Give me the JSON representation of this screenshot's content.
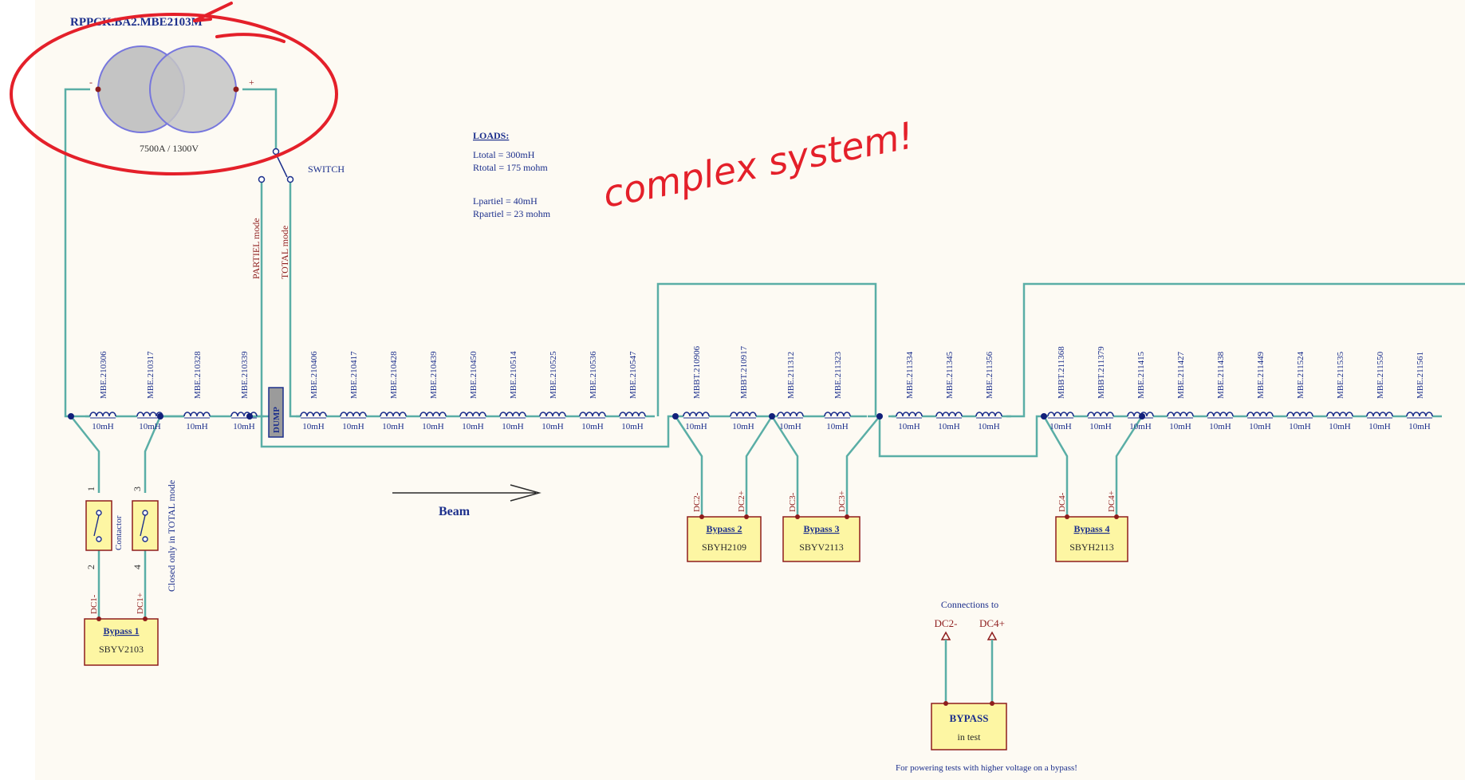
{
  "colors": {
    "paper": "#fdfaf3",
    "wire": "#5aaea6",
    "navy": "#1c2f8c",
    "node": "#12207a",
    "darkred": "#8e1d1d",
    "annotation": "#e4202a",
    "box_fill": "#fdf6a3",
    "box_stroke": "#8e1d1d",
    "source_fill": "#c4c4c4",
    "source_stroke": "#7777dd",
    "dump_fill": "#9b9b9b",
    "text": "#2b2b2b"
  },
  "source": {
    "title": "RPPCK.BA2.MBE2103M",
    "rating": "7500A / 1300V",
    "minus": "-",
    "plus": "+"
  },
  "switch_label": "SWITCH",
  "mode_labels": {
    "partial": "PARTIEL mode",
    "total": "TOTAL mode"
  },
  "loads": {
    "heading": "LOADS:",
    "ltotal": "Ltotal = 300mH",
    "rtotal": "Rtotal = 175 mohm",
    "lpartiel": "Lpartiel = 40mH",
    "rpartiel": "Rpartiel = 23 mohm"
  },
  "annotation_text": "complex system!",
  "inductor_value": "10mH",
  "magnets_group1": [
    "MBE.210306",
    "MBE.210317",
    "MBE.210328",
    "MBE.210339"
  ],
  "magnets_group2": [
    "MBE.210406",
    "MBE.210417",
    "MBE.210428",
    "MBE.210439",
    "MBE.210450",
    "MBE.210514",
    "MBE.210525",
    "MBE.210536",
    "MBE.210547"
  ],
  "magnets_group3": [
    "MBBT.210906",
    "MBBT.210917",
    "MBE.211312",
    "MBE.211323"
  ],
  "magnets_group4": [
    "MBE.211334",
    "MBE.211345",
    "MBE.211356"
  ],
  "magnets_group5": [
    "MBBT.211368",
    "MBBT.211379",
    "MBE.211415",
    "MBE.211427",
    "MBE.211438",
    "MBE.211449",
    "MBE.211524",
    "MBE.211535",
    "MBE.211550",
    "MBE.211561"
  ],
  "dump_label": "DUMP",
  "beam_label": "Beam",
  "contactor": {
    "label": "Contactor",
    "note": "Closed only in TOTAL mode",
    "pins": [
      "1",
      "2",
      "3",
      "4"
    ]
  },
  "bypasses": [
    {
      "name": "Bypass 1",
      "code": "SBYV2103",
      "minus": "DC1-",
      "plus": "DC1+"
    },
    {
      "name": "Bypass 2",
      "code": "SBYH2109",
      "minus": "DC2-",
      "plus": "DC2+"
    },
    {
      "name": "Bypass 3",
      "code": "SBYV2113",
      "minus": "DC3-",
      "plus": "DC3+"
    },
    {
      "name": "Bypass 4",
      "code": "SBYH2113",
      "minus": "DC4-",
      "plus": "DC4+"
    }
  ],
  "test_bypass": {
    "connections_title": "Connections to",
    "left_terminal": "DC2-",
    "right_terminal": "DC4+",
    "title": "BYPASS",
    "subtitle": "in test",
    "note": "For powering tests with higher voltage on a bypass!"
  }
}
